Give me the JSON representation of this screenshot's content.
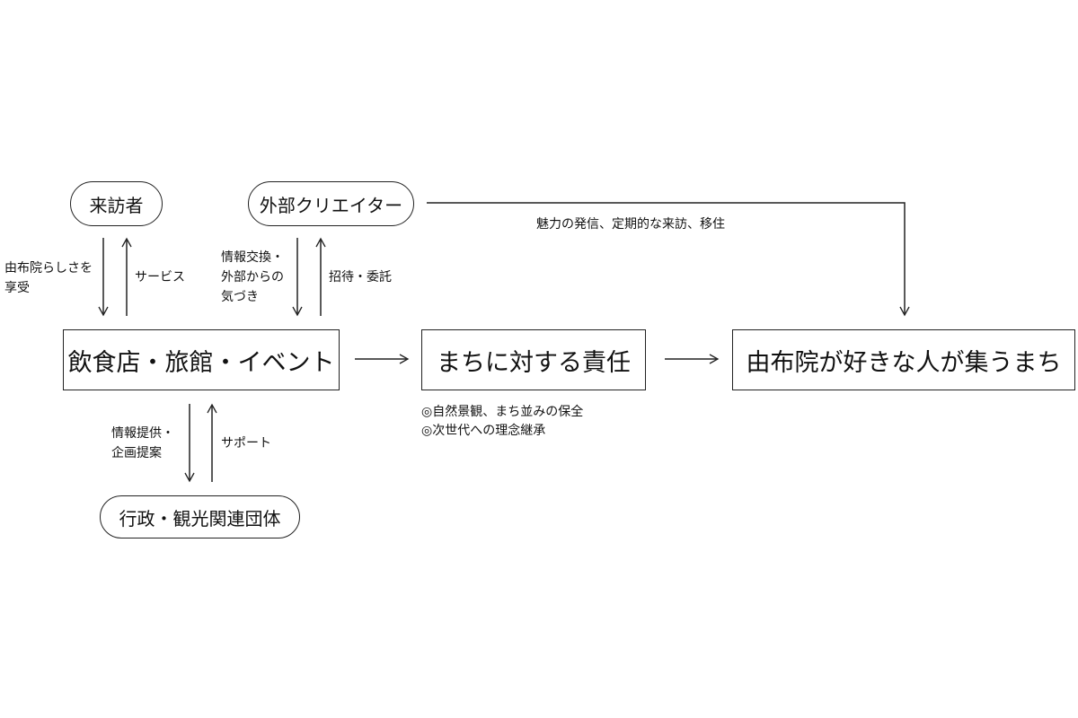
{
  "nodes": {
    "visitor": "来訪者",
    "creator": "外部クリエイター",
    "business": "飲食店・旅館・イベント",
    "responsibility": "まちに対する責任",
    "goal": "由布院が好きな人が集うまち",
    "government": "行政・観光関連団体"
  },
  "edges": {
    "visitor_to_business": [
      "由布院らしさを",
      "享受"
    ],
    "business_to_visitor": "サービス",
    "creator_to_business": [
      "情報交換・",
      "外部からの",
      "気づき"
    ],
    "business_to_creator": "招待・委託",
    "creator_to_goal": "魅力の発信、定期的な来訪、移住",
    "business_to_government": [
      "情報提供・",
      "企画提案"
    ],
    "government_to_business": "サポート"
  },
  "responsibility_notes": [
    "◎自然景観、まち並みの保全",
    "◎次世代への理念継承"
  ]
}
